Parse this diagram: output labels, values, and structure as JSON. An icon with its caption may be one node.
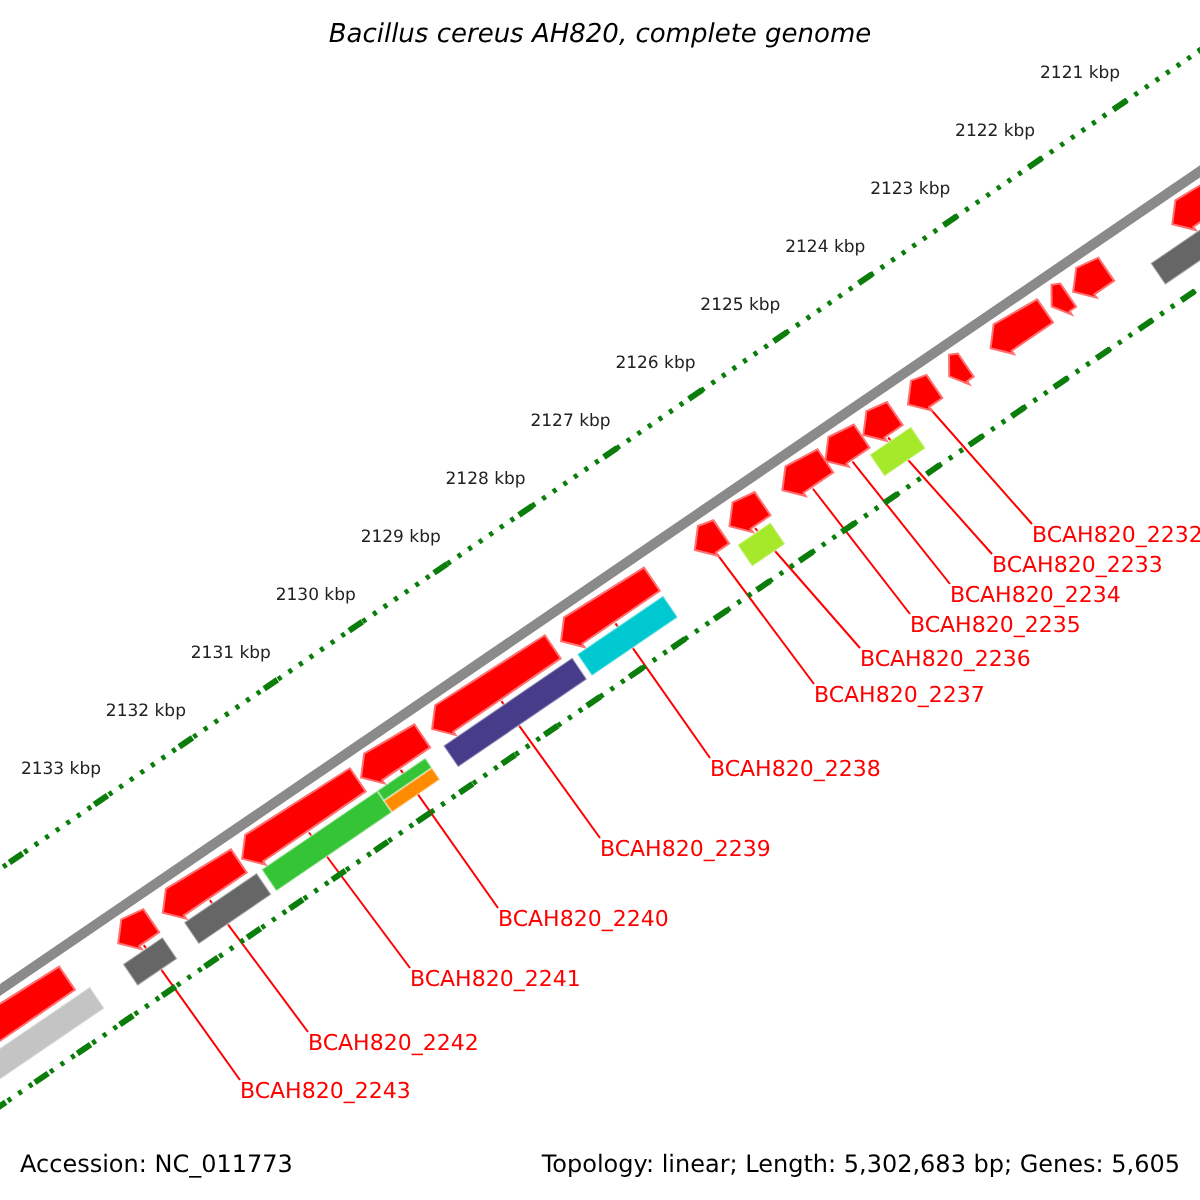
{
  "diagram": {
    "title": "Bacillus cereus AH820, complete genome",
    "nodes": [
      {
        "text": [
          "BCAH820_2232"
        ]
      },
      {
        "text": [
          "BCAH820_2233"
        ]
      },
      {
        "text": [
          "BCAH820_2234"
        ]
      },
      {
        "text": [
          "BCAH820_2235"
        ]
      },
      {
        "text": [
          "BCAH820_2236"
        ]
      },
      {
        "text": [
          "BCAH820_2237"
        ]
      },
      {
        "text": [
          "BCAH820_2238"
        ]
      },
      {
        "text": [
          "BCAH820_2239"
        ]
      },
      {
        "text": [
          "BCAH820_2240"
        ]
      },
      {
        "text": [
          "BCAH820_2241"
        ]
      },
      {
        "text": [
          "BCAH820_2242"
        ]
      },
      {
        "text": [
          "BCAH820_2243"
        ]
      },
      {
        "text": [],
        "shape": "arrow"
      },
      {
        "text": [],
        "shape": "arrow"
      },
      {
        "text": [],
        "shape": "arrow"
      },
      {
        "text": [],
        "shape": "arrow"
      },
      {
        "text": [],
        "shape": "arrow"
      },
      {
        "text": [],
        "shape": "arrow"
      },
      {
        "text": [],
        "shape": "arrow"
      },
      {
        "text": [],
        "shape": "arrow"
      },
      {
        "text": [],
        "shape": "arrow"
      },
      {
        "text": [],
        "shape": "arrow"
      },
      {
        "text": [],
        "shape": "arrow"
      },
      {
        "text": [],
        "shape": "arrow"
      },
      {
        "text": [],
        "shape": "arrow"
      },
      {
        "text": [],
        "shape": "arrow"
      },
      {
        "text": [],
        "shape": "arrow"
      },
      {
        "text": [],
        "shape": "arrow"
      },
      {
        "text": [],
        "shape": "arrow"
      },
      {
        "text": [],
        "shape": "arrow"
      }
    ],
    "edges": [
      {
        "from": 0,
        "to": 12,
        "arrow": "none"
      },
      {
        "from": 1,
        "to": 13,
        "arrow": "none"
      },
      {
        "from": 2,
        "to": 14,
        "arrow": "none"
      },
      {
        "from": 3,
        "to": 15,
        "arrow": "none"
      },
      {
        "from": 4,
        "to": 16,
        "arrow": "none"
      },
      {
        "from": 5,
        "to": 17,
        "arrow": "none"
      },
      {
        "from": 6,
        "to": 18,
        "arrow": "none"
      },
      {
        "from": 7,
        "to": 19,
        "arrow": "none"
      },
      {
        "from": 8,
        "to": 20,
        "arrow": "none"
      },
      {
        "from": 9,
        "to": 21,
        "arrow": "none"
      },
      {
        "from": 10,
        "to": 22,
        "arrow": "none"
      },
      {
        "from": 11,
        "to": 23,
        "arrow": "none"
      }
    ],
    "labels": [
      "2121 kbp",
      "2122 kbp",
      "2123 kbp",
      "2124 kbp",
      "2125 kbp",
      "2126 kbp",
      "2127 kbp",
      "2128 kbp",
      "2129 kbp",
      "2130 kbp",
      "2131 kbp",
      "2132 kbp",
      "2133 kbp",
      "Accession: NC_011773",
      "Topology: linear; Length: 5,302,683 bp; Genes: 5,605"
    ]
  }
}
